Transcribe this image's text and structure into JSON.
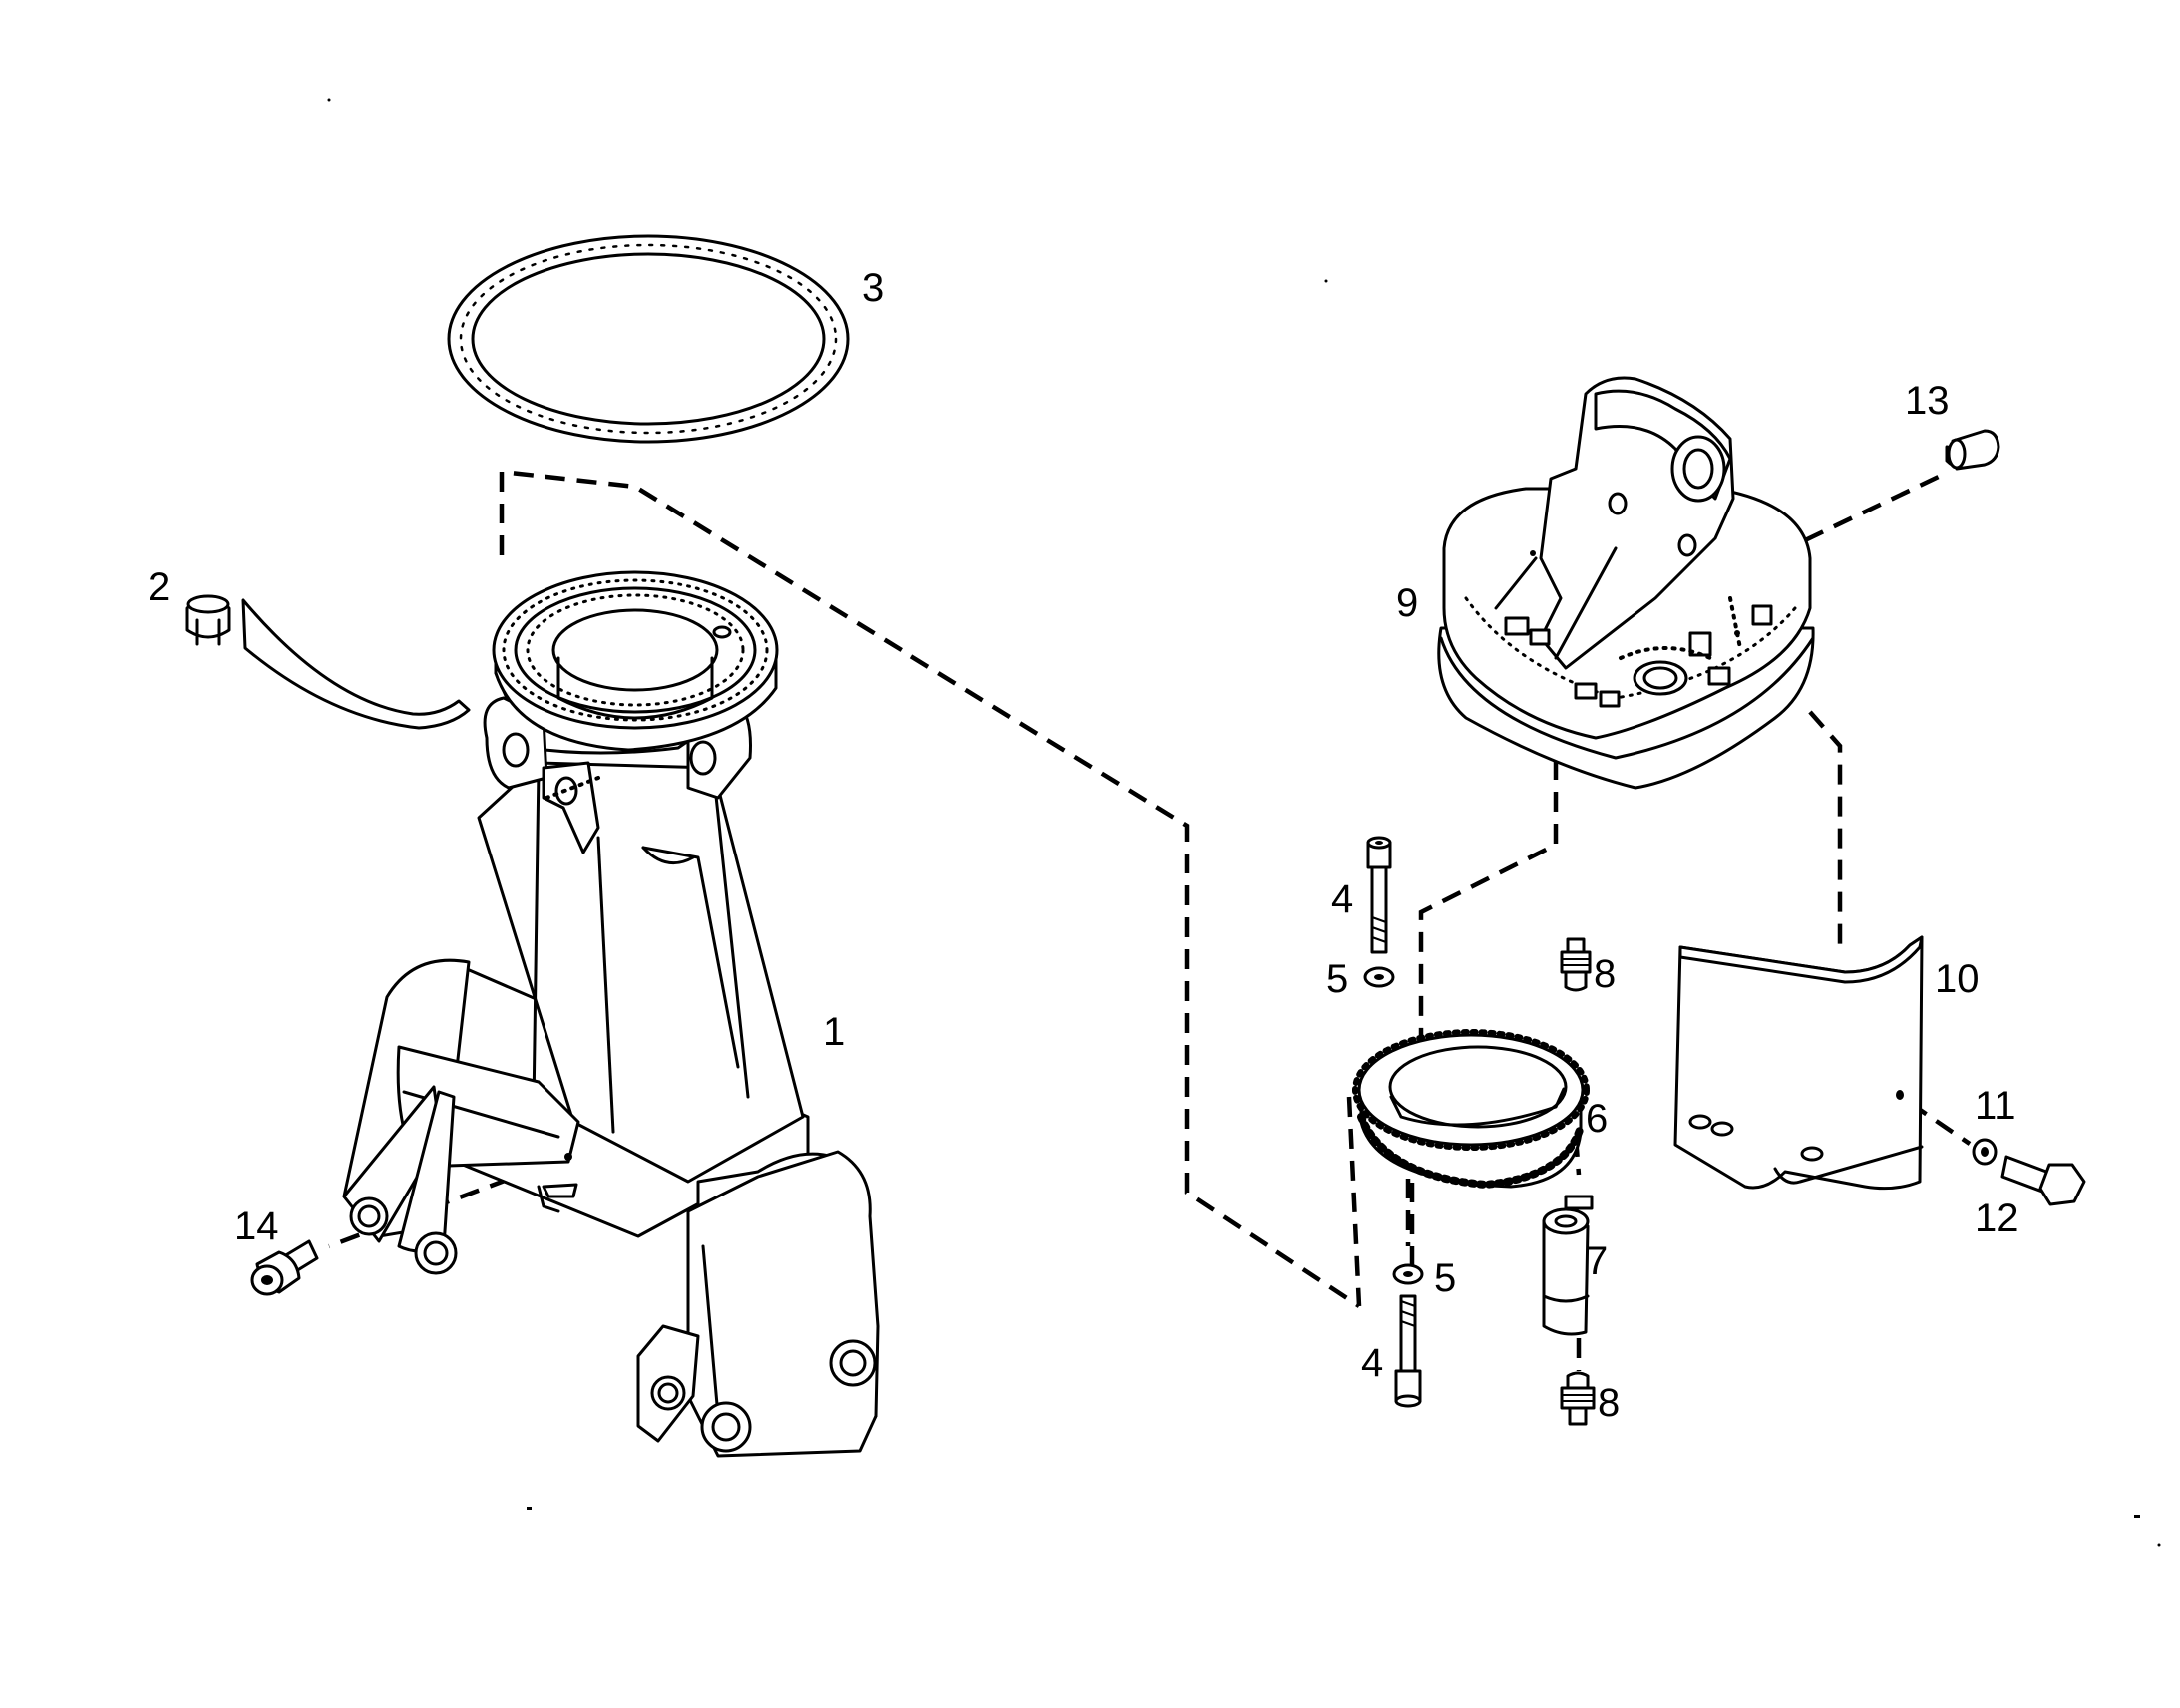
{
  "callouts": {
    "c1": "1",
    "c2": "2",
    "c3": "3",
    "c4a": "4",
    "c4b": "4",
    "c5a": "5",
    "c5b": "5",
    "c6": "6",
    "c7": "7",
    "c8a": "8",
    "c8b": "8",
    "c9": "9",
    "c10": "10",
    "c11": "11",
    "c12": "12",
    "c13": "13",
    "c14": "14"
  },
  "colors": {
    "line": "#000000",
    "background": "#ffffff"
  }
}
